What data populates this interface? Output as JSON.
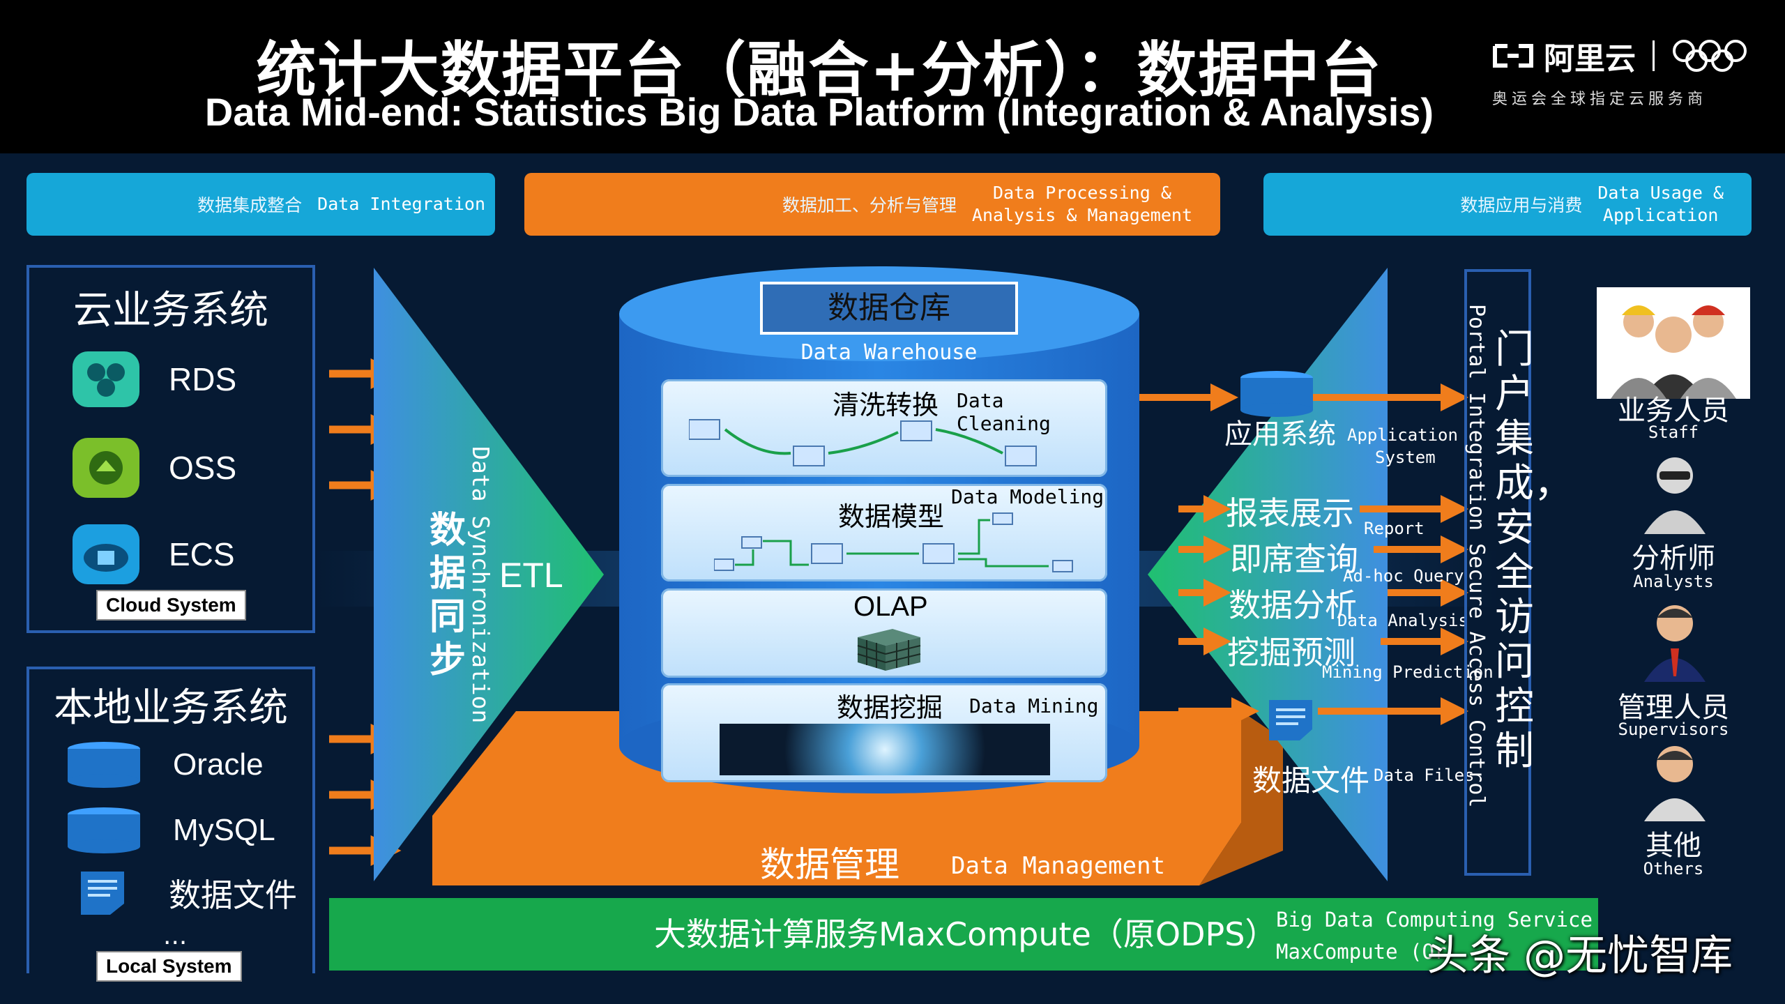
{
  "title_zh": "统计大数据平台（融合+分析）：数据中台",
  "title_en": "Data Mid-end: Statistics Big Data Platform (Integration & Analysis)",
  "logo": {
    "brand": "阿里云",
    "sub": "奥运会全球指定云服务商"
  },
  "headers": {
    "integration": {
      "zh": "数据集成整合",
      "en": "Data  Integration"
    },
    "processing": {
      "zh": "数据加工、分析与管理",
      "en1": "Data Processing &",
      "en2": "Analysis & Management"
    },
    "usage": {
      "zh": "数据应用与消费",
      "en1": "Data Usage &",
      "en2": "Application"
    }
  },
  "cloud": {
    "title": "云业务系统",
    "items": [
      "RDS",
      "OSS",
      "ECS"
    ],
    "tag": "Cloud System"
  },
  "local": {
    "title": "本地业务系统",
    "items": [
      "Oracle",
      "MySQL",
      "数据文件"
    ],
    "more": "...",
    "tag": "Local System"
  },
  "sync": {
    "zh": "数据同步",
    "en": "Data Synchronization",
    "etl": "ETL"
  },
  "warehouse": {
    "title_zh": "数据仓库",
    "title_en": "Data  Warehouse",
    "layers": [
      {
        "zh": "清洗转换",
        "en": "Data Cleaning"
      },
      {
        "zh": "数据模型",
        "en": "Data Modeling"
      },
      {
        "zh": "OLAP",
        "en": ""
      },
      {
        "zh": "数据挖掘",
        "en": "Data Mining"
      }
    ]
  },
  "management": {
    "zh": "数据管理",
    "en": "Data  Management"
  },
  "maxcompute": {
    "zh": "大数据计算服务MaxCompute（原ODPS）",
    "en1": "Big Data Computing Service",
    "en2": "MaxCompute  (Or"
  },
  "apps": {
    "system": {
      "zh": "应用系统",
      "en1": "Application",
      "en2": "System"
    },
    "report": {
      "zh": "报表展示",
      "en": "Report"
    },
    "adhoc": {
      "zh": "即席查询",
      "en": "Ad-hoc Query"
    },
    "analysis": {
      "zh": "数据分析",
      "en": "Data Analysis"
    },
    "mining": {
      "zh": "挖掘预测",
      "en": "Mining Prediction"
    },
    "files": {
      "zh": "数据文件",
      "en": "Data Files"
    }
  },
  "portal": {
    "zh": "门户集成，安全访问控制",
    "en": "Portal Integration Secure Access Control"
  },
  "roles": [
    {
      "zh": "业务人员",
      "en": "Staff"
    },
    {
      "zh": "分析师",
      "en": "Analysts"
    },
    {
      "zh": "管理人员",
      "en": "Supervisors"
    },
    {
      "zh": "其他",
      "en": "Others"
    }
  ],
  "watermark": "头条 @无忧智库",
  "colors": {
    "cyan": "#16a7d8",
    "orange": "#f07d1c",
    "green": "#17a84c",
    "navy": "#061a33",
    "blue": "#1f73c8"
  }
}
